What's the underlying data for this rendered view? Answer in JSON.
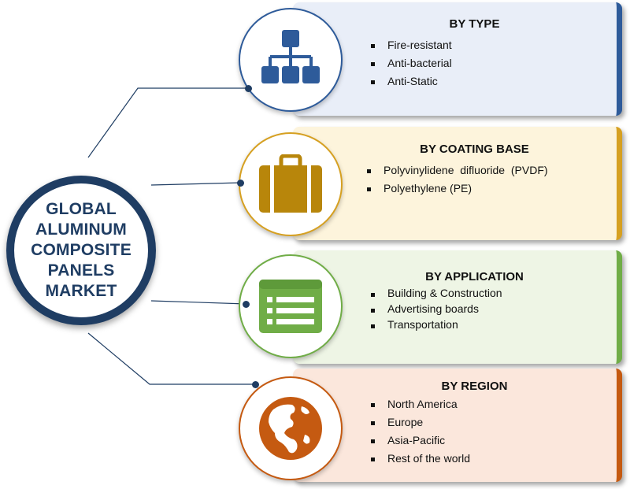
{
  "center": {
    "title": "GLOBAL\nALUMINUM\nCOMPOSITE\nPANELS\nMARKET"
  },
  "segments": [
    {
      "title": "BY TYPE",
      "icon": "hierarchy-icon",
      "accent": "#2e5b9a",
      "fill": "#e9eef8",
      "items": [
        "Fire-resistant",
        "Anti-bacterial",
        "Anti-Static"
      ]
    },
    {
      "title": "BY COATING BASE",
      "icon": "briefcase-icon",
      "accent": "#b8860b",
      "fill": "#fdf4dc",
      "items": [
        "Polyvinylidene  difluoride  (PVDF)",
        "Polyethylene (PE)"
      ]
    },
    {
      "title": "BY APPLICATION",
      "icon": "list-window-icon",
      "accent": "#70ad47",
      "fill": "#eef5e5",
      "items": [
        "Building & Construction",
        "Advertising boards",
        "Transportation"
      ]
    },
    {
      "title": "BY REGION",
      "icon": "globe-icon",
      "accent": "#c55a11",
      "fill": "#fbe7dc",
      "items": [
        "North America",
        "Europe",
        "Asia-Pacific",
        "Rest of the world"
      ]
    }
  ]
}
